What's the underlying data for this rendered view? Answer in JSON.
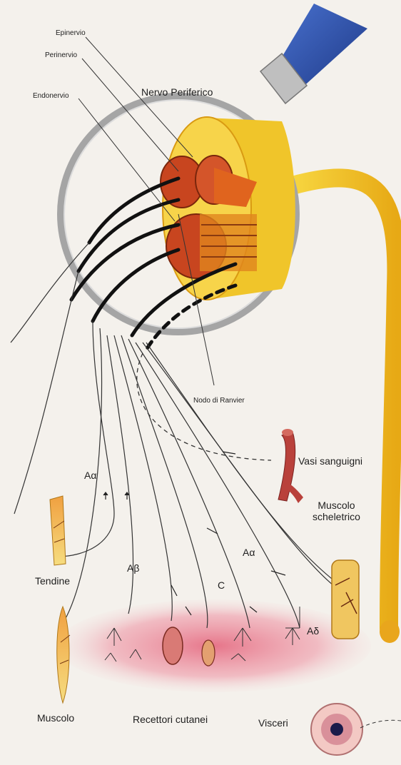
{
  "labels": {
    "epinervio": "Epinervio",
    "perinervio": "Perinervio",
    "endonervio": "Endonervio",
    "nervo_periferico": "Nervo Periferico",
    "nodo_ranvier": "Nodo di Ranvier",
    "vasi_sanguigni": "Vasi sanguigni",
    "muscolo_scheletrico_1": "Muscolo",
    "muscolo_scheletrico_2": "scheletrico",
    "tendine": "Tendine",
    "muscolo": "Muscolo",
    "recettori_cutanei": "Recettori cutanei",
    "visceri": "Visceri",
    "a_alpha_left": "Aα",
    "a_alpha_right": "Aα",
    "a_beta": "Aβ",
    "c_fiber": "C",
    "a_delta": "Aδ"
  },
  "colors": {
    "nerve_yellow": "#f2c21a",
    "nerve_orange": "#e0841e",
    "fascicle_red": "#c8451f",
    "handle_blue": "#2b4fa6",
    "lens_rim": "#9c9c9c",
    "skin_pink": "#e8788a",
    "vessel_red": "#b9413b",
    "line": "#2a2a2a"
  }
}
